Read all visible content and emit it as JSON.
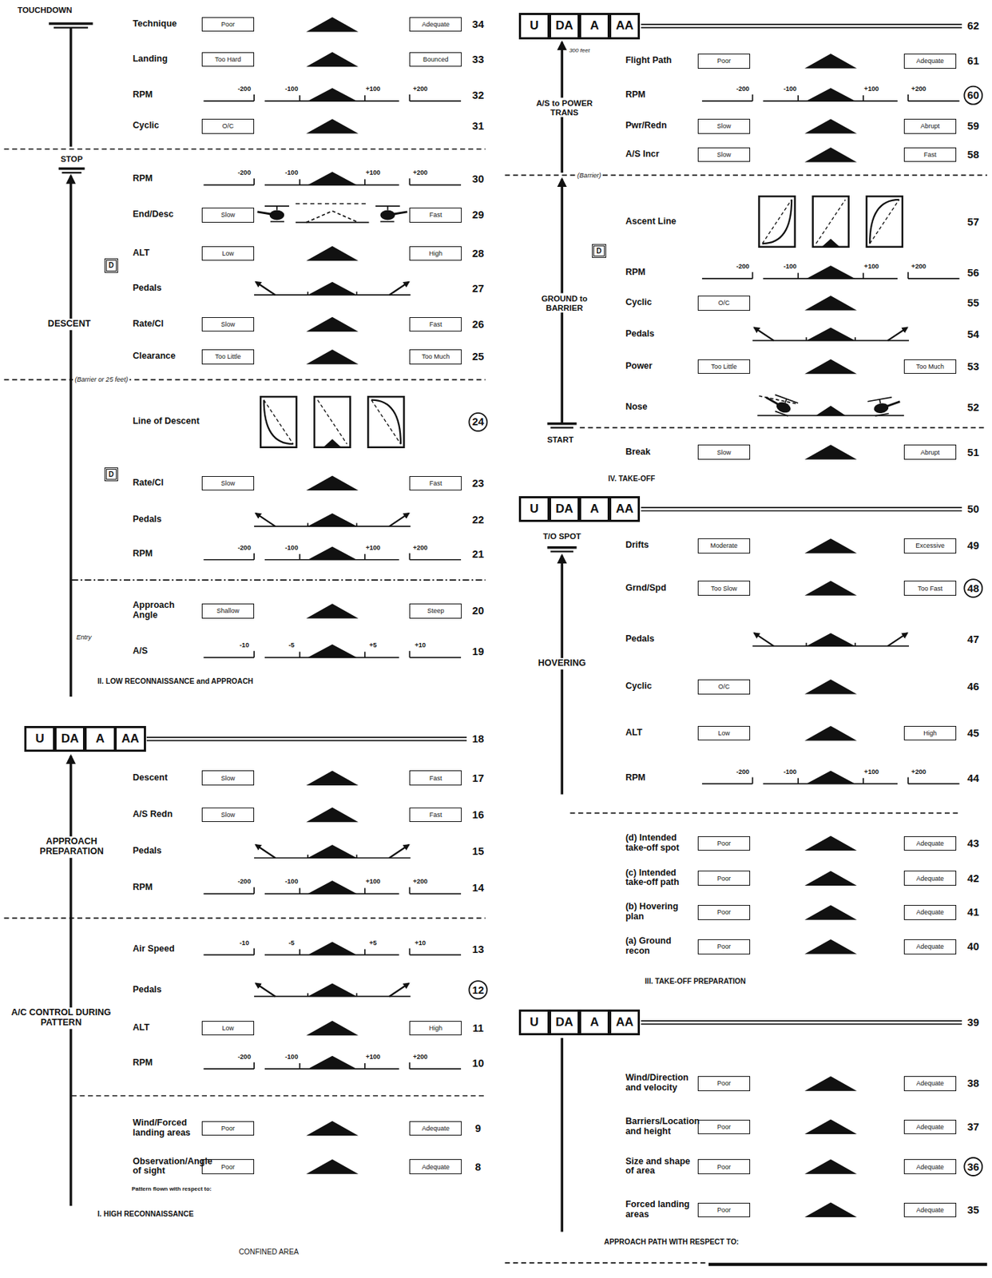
{
  "diagram": {
    "nodes": [
      {
        "text": [
          "Poor"
        ]
      },
      {
        "text": [
          "Adequate"
        ]
      },
      {
        "text": [
          "Too Hard"
        ]
      },
      {
        "text": [
          "Bounced"
        ]
      },
      {
        "text": [
          "O/C"
        ]
      },
      {
        "text": [
          "Slow"
        ]
      },
      {
        "text": [
          "Fast"
        ]
      },
      {
        "text": [
          "D"
        ]
      },
      {
        "text": [
          "Low"
        ]
      },
      {
        "text": [
          "High"
        ]
      },
      {
        "text": [
          "Slow"
        ]
      },
      {
        "text": [
          "Fast"
        ]
      },
      {
        "text": [
          "Too Little"
        ]
      },
      {
        "text": [
          "Too Much"
        ]
      },
      {
        "text": [
          "D"
        ]
      },
      {
        "text": [
          "Slow"
        ]
      },
      {
        "text": [
          "Fast"
        ]
      },
      {
        "text": [
          "Shallow"
        ]
      },
      {
        "text": [
          "Steep"
        ]
      },
      {
        "text": [
          "U"
        ]
      },
      {
        "text": [
          "DA"
        ]
      },
      {
        "text": [
          "A"
        ]
      },
      {
        "text": [
          "AA"
        ]
      },
      {
        "text": [
          "Slow"
        ]
      },
      {
        "text": [
          "Fast"
        ]
      },
      {
        "text": [
          "Slow"
        ]
      },
      {
        "text": [
          "Fast"
        ]
      },
      {
        "text": [
          "Low"
        ]
      },
      {
        "text": [
          "High"
        ]
      },
      {
        "text": [
          "Poor"
        ]
      },
      {
        "text": [
          "Adequate"
        ]
      },
      {
        "text": [
          "Poor"
        ]
      },
      {
        "text": [
          "Adequate"
        ]
      },
      {
        "text": [
          "U"
        ]
      },
      {
        "text": [
          "DA"
        ]
      },
      {
        "text": [
          "A"
        ]
      },
      {
        "text": [
          "AA"
        ]
      },
      {
        "text": [
          "Poor"
        ]
      },
      {
        "text": [
          "Adequate"
        ]
      },
      {
        "text": [
          "Slow"
        ]
      },
      {
        "text": [
          "Abrupt"
        ]
      },
      {
        "text": [
          "Slow"
        ]
      },
      {
        "text": [
          "Fast"
        ]
      },
      {
        "text": [
          "D"
        ]
      },
      {
        "text": [
          "O/C"
        ]
      },
      {
        "text": [
          "Too Little"
        ]
      },
      {
        "text": [
          "Too Much"
        ]
      },
      {
        "text": [
          "Slow"
        ]
      },
      {
        "text": [
          "Abrupt"
        ]
      },
      {
        "text": [
          "U"
        ]
      },
      {
        "text": [
          "DA"
        ]
      },
      {
        "text": [
          "A"
        ]
      },
      {
        "text": [
          "AA"
        ]
      },
      {
        "text": [
          "Moderate"
        ]
      },
      {
        "text": [
          "Excessive"
        ]
      },
      {
        "text": [
          "Too Slow"
        ]
      },
      {
        "text": [
          "Too Fast"
        ]
      },
      {
        "text": [
          "O/C"
        ]
      },
      {
        "text": [
          "Low"
        ]
      },
      {
        "text": [
          "High"
        ]
      },
      {
        "text": [
          "Poor"
        ]
      },
      {
        "text": [
          "Adequate"
        ]
      },
      {
        "text": [
          "Poor"
        ]
      },
      {
        "text": [
          "Adequate"
        ]
      },
      {
        "text": [
          "Poor"
        ]
      },
      {
        "text": [
          "Adequate"
        ]
      },
      {
        "text": [
          "Poor"
        ]
      },
      {
        "text": [
          "Adequate"
        ]
      },
      {
        "text": [
          "U"
        ]
      },
      {
        "text": [
          "DA"
        ]
      },
      {
        "text": [
          "A"
        ]
      },
      {
        "text": [
          "AA"
        ]
      },
      {
        "text": [
          "Poor"
        ]
      },
      {
        "text": [
          "Adequate"
        ]
      },
      {
        "text": [
          "Poor"
        ]
      },
      {
        "text": [
          "Adequate"
        ]
      },
      {
        "text": [
          "Poor"
        ]
      },
      {
        "text": [
          "Adequate"
        ]
      },
      {
        "text": [
          "Poor"
        ]
      },
      {
        "text": [
          "Adequate"
        ]
      }
    ],
    "labels": [
      "TOUCHDOWN",
      "Technique",
      "34",
      "Landing",
      "33",
      "RPM",
      "-200",
      "-100",
      "+100",
      "+200",
      "32",
      "Cyclic",
      "31",
      "STOP",
      "RPM",
      "-200",
      "-100",
      "+100",
      "+200",
      "30",
      "End/Desc",
      "29",
      "ALT",
      "28",
      "Pedals",
      "27",
      "DESCENT",
      "Rate/Cl",
      "26",
      "Clearance",
      "25",
      "(Barrier or 25 feet)",
      "Line of Descent",
      "24",
      "Rate/Cl",
      "23",
      "Pedals",
      "22",
      "RPM",
      "-200",
      "-100",
      "+100",
      "+200",
      "21",
      "Approach Angle",
      "20",
      "Entry",
      "A/S",
      "-10",
      "-5",
      "+5",
      "+10",
      "19",
      "II. LOW RECONNAISSANCE and APPROACH",
      "18",
      "Descent",
      "17",
      "A/S Redn",
      "16",
      "APPROACH PREPARATION",
      "Pedals",
      "15",
      "RPM",
      "-200",
      "-100",
      "+100",
      "+200",
      "14",
      "Air Speed",
      "-10",
      "-5",
      "+5",
      "+10",
      "13",
      "Pedals",
      "12",
      "A/C CONTROL DURING PATTERN",
      "ALT",
      "11",
      "RPM",
      "-200",
      "-100",
      "+100",
      "+200",
      "10",
      "Wind/Forced landing areas",
      "9",
      "Observation/Angle of sight",
      "8",
      "Pattern flown with respect to:",
      "I. HIGH RECONNAISSANCE",
      "CONFINED AREA",
      "62",
      "300 feet",
      "Flight Path",
      "61",
      "A/S to POWER TRANS",
      "RPM",
      "-200",
      "-100",
      "+100",
      "+200",
      "60",
      "Pwr/Redn",
      "59",
      "A/S Incr",
      "58",
      "(Barrier)",
      "Ascent Line",
      "57",
      "RPM",
      "-200",
      "-100",
      "+100",
      "+200",
      "56",
      "GROUND to BARRIER",
      "Cyclic",
      "55",
      "Pedals",
      "54",
      "Power",
      "53",
      "Nose",
      "52",
      "START",
      "Break",
      "51",
      "IV. TAKE-OFF",
      "50",
      "T/O SPOT",
      "Drifts",
      "49",
      "Grnd/Spd",
      "48",
      "Pedals",
      "47",
      "HOVERING",
      "Cyclic",
      "46",
      "ALT",
      "45",
      "RPM",
      "-200",
      "-100",
      "+100",
      "+200",
      "44",
      "(d) Intended take-off spot",
      "43",
      "(c) Intended take-off path",
      "42",
      "(b) Hovering plan",
      "41",
      "(a) Ground recon",
      "40",
      "III. TAKE-OFF PREPARATION",
      "39",
      "Wind/Direction and velocity",
      "38",
      "Barriers/Location and height",
      "37",
      "Size and shape of area",
      "36",
      "Forced landing areas",
      "35",
      "APPROACH PATH WITH RESPECT TO:"
    ]
  }
}
